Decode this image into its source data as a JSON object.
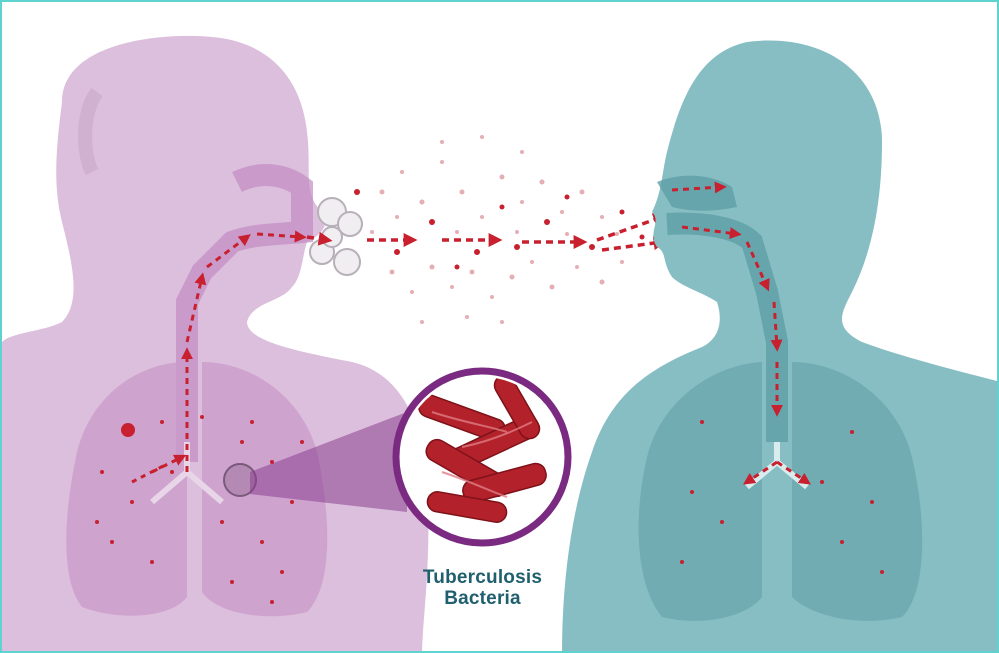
{
  "figure": {
    "caption_line1": "Tuberculosis",
    "caption_line2": "Bacteria",
    "colors": {
      "frame_border": "#5fd3cf",
      "infected_person": "#d8b3d8",
      "infected_lungs": "#c896c8",
      "healthy_person": "#7fb9bf",
      "healthy_lungs": "#6aa6ad",
      "droplets_arrows": "#c8202f",
      "bacteria": "#b3212b",
      "magnifier_ring": "#7a2a80",
      "caption_text": "#1f5f6e"
    },
    "icons": [
      "infected-person",
      "healthy-person",
      "droplet-cloud",
      "magnified-bacteria"
    ]
  }
}
